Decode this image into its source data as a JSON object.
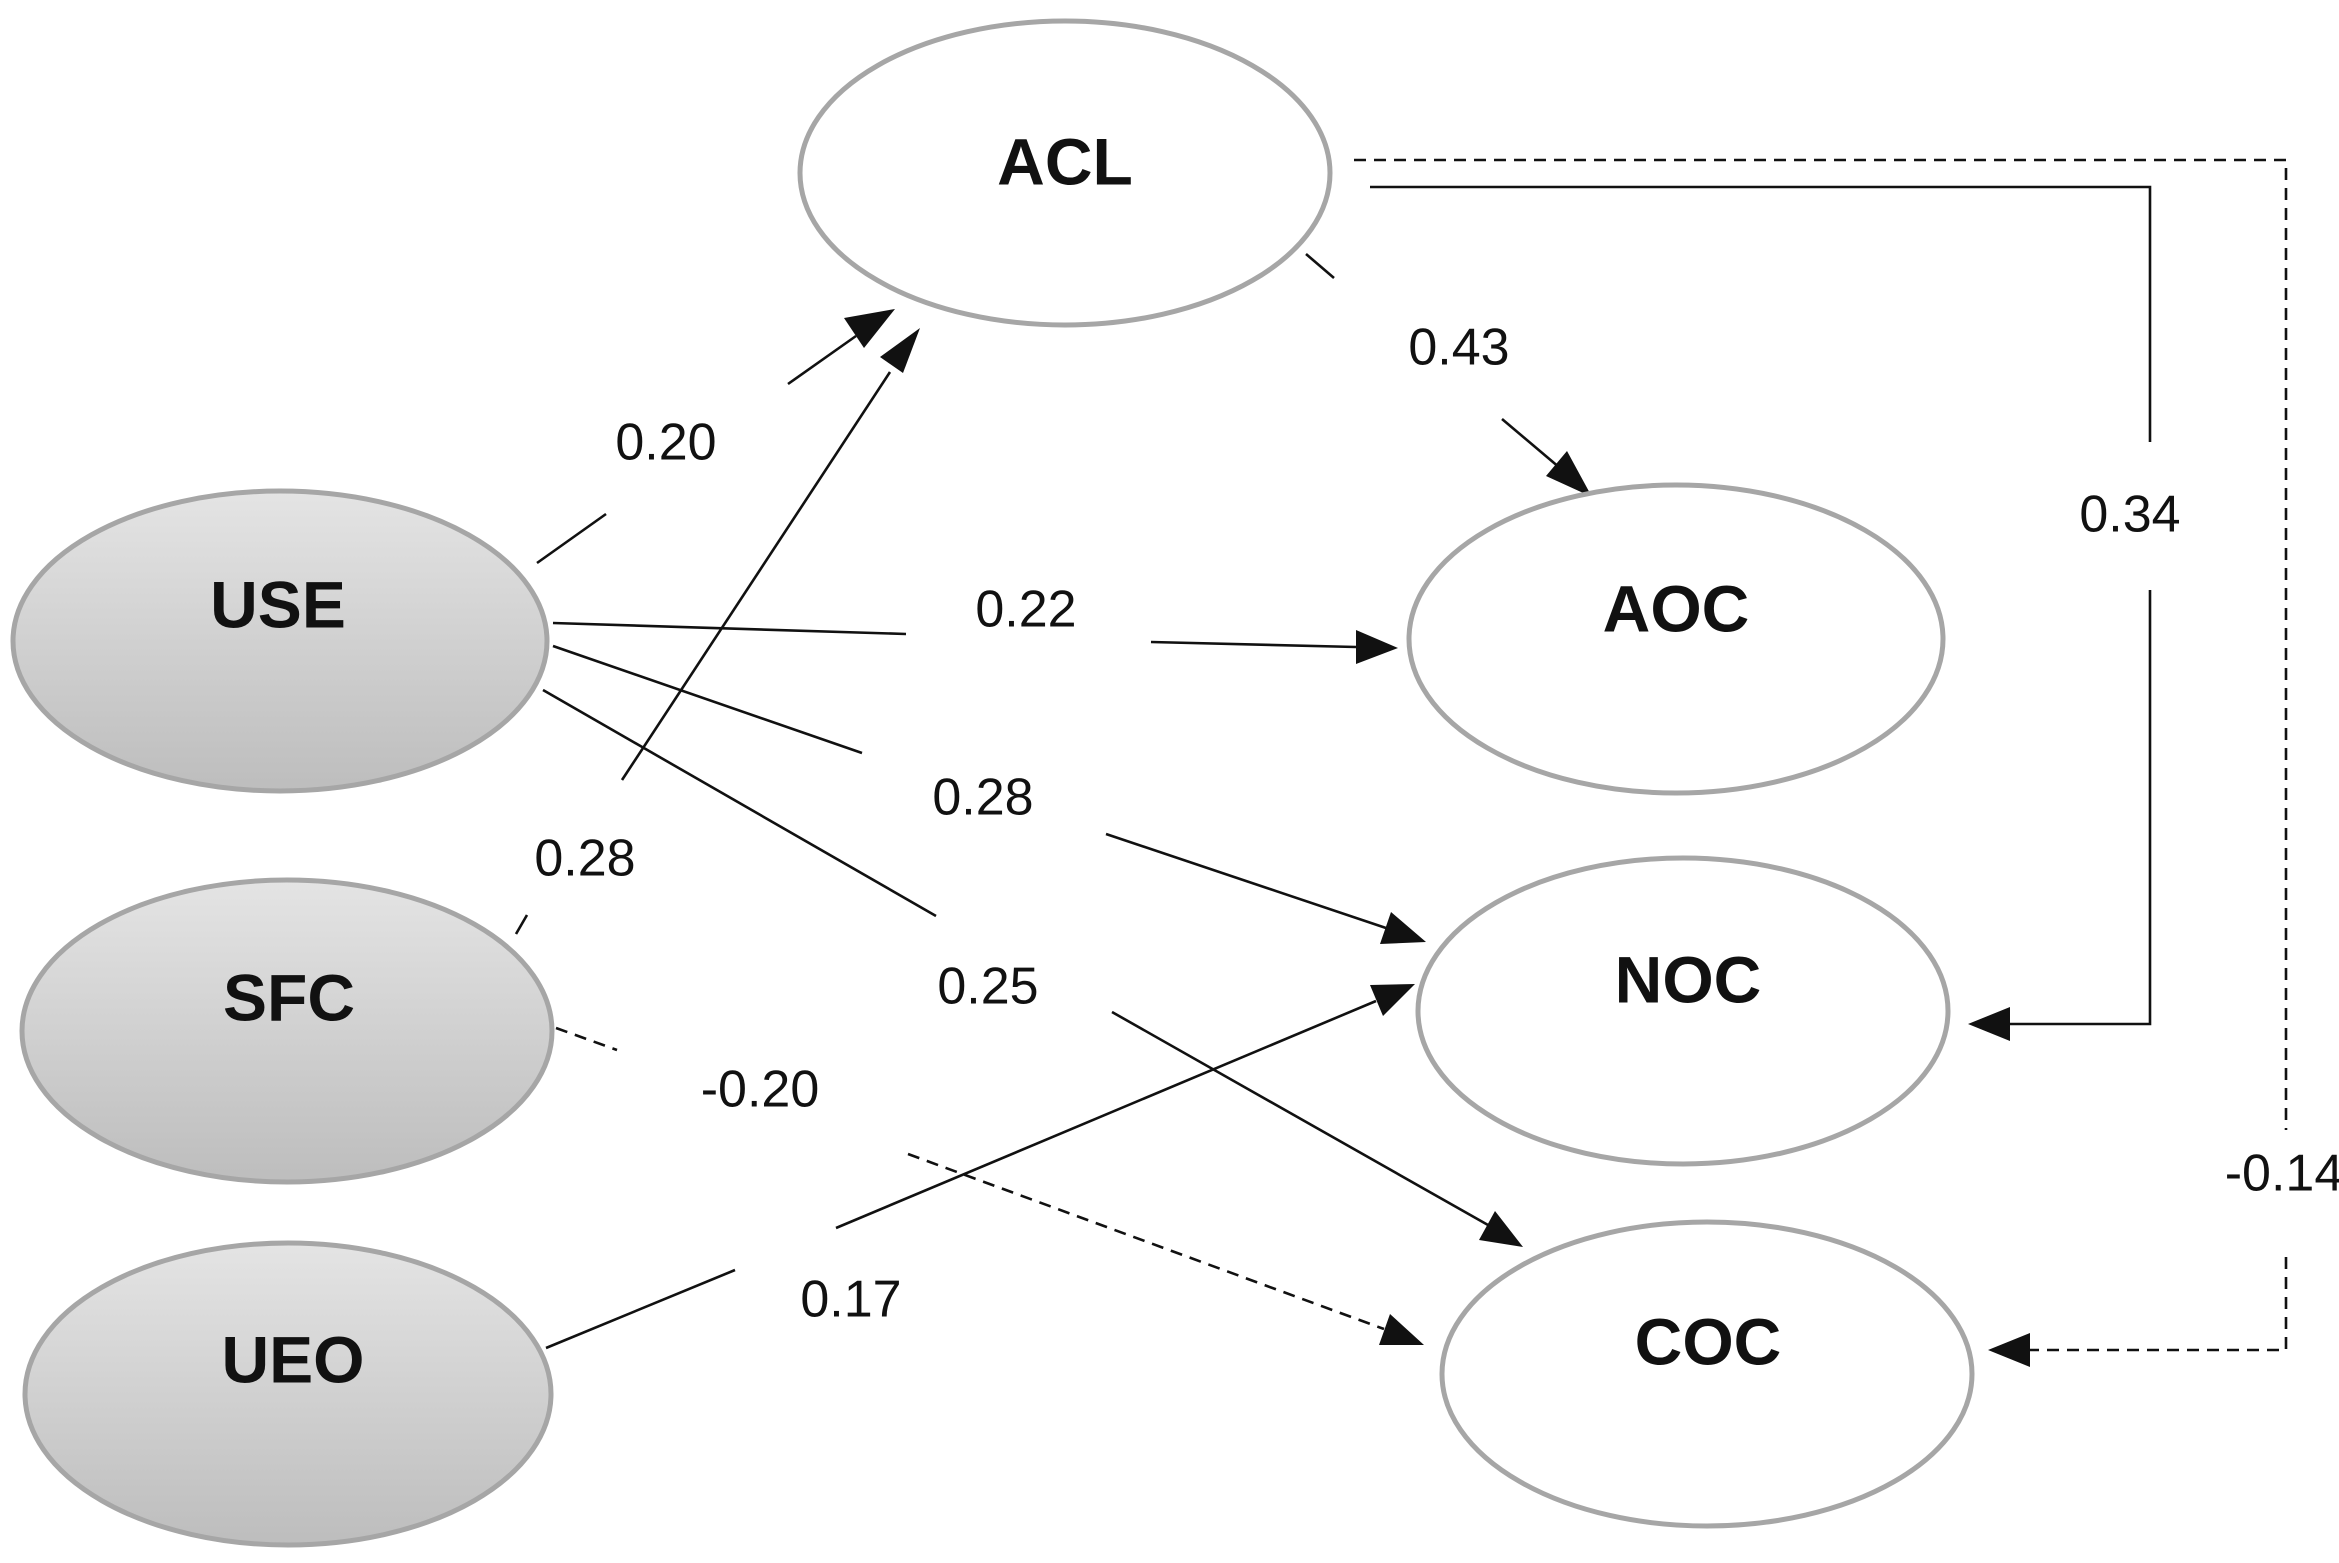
{
  "nodes": {
    "acl": {
      "label": "ACL",
      "fill": "#ffffff"
    },
    "use": {
      "label": "USE",
      "fill": "#cccccc"
    },
    "aoc": {
      "label": "AOC",
      "fill": "#ffffff"
    },
    "sfc": {
      "label": "SFC",
      "fill": "#cccccc"
    },
    "noc": {
      "label": "NOC",
      "fill": "#ffffff"
    },
    "ueo": {
      "label": "UEO",
      "fill": "#cccccc"
    },
    "coc": {
      "label": "COC",
      "fill": "#ffffff"
    }
  },
  "paths": [
    {
      "id": "use-acl",
      "from": "USE",
      "to": "ACL",
      "coefficient": "0.20",
      "style": "solid"
    },
    {
      "id": "sfc-acl",
      "from": "SFC",
      "to": "ACL",
      "coefficient": "0.28",
      "style": "solid"
    },
    {
      "id": "acl-aoc",
      "from": "ACL",
      "to": "AOC",
      "coefficient": "0.43",
      "style": "solid"
    },
    {
      "id": "acl-noc",
      "from": "ACL",
      "to": "NOC",
      "coefficient": "0.34",
      "style": "solid"
    },
    {
      "id": "acl-coc",
      "from": "ACL",
      "to": "COC",
      "coefficient": "-0.14",
      "style": "dashed"
    },
    {
      "id": "use-aoc",
      "from": "USE",
      "to": "AOC",
      "coefficient": "0.22",
      "style": "solid"
    },
    {
      "id": "use-noc",
      "from": "USE",
      "to": "NOC",
      "coefficient": "0.28",
      "style": "solid"
    },
    {
      "id": "use-coc",
      "from": "USE",
      "to": "COC",
      "coefficient": "0.25",
      "style": "solid"
    },
    {
      "id": "sfc-coc",
      "from": "SFC",
      "to": "COC",
      "coefficient": "-0.20",
      "style": "dashed"
    },
    {
      "id": "ueo-noc",
      "from": "UEO",
      "to": "NOC",
      "coefficient": "0.17",
      "style": "solid"
    }
  ],
  "colors": {
    "exogenous_fill": "#cccccc",
    "endogenous_fill": "#ffffff",
    "node_outline": "#a6a6a6",
    "line": "#111111"
  }
}
